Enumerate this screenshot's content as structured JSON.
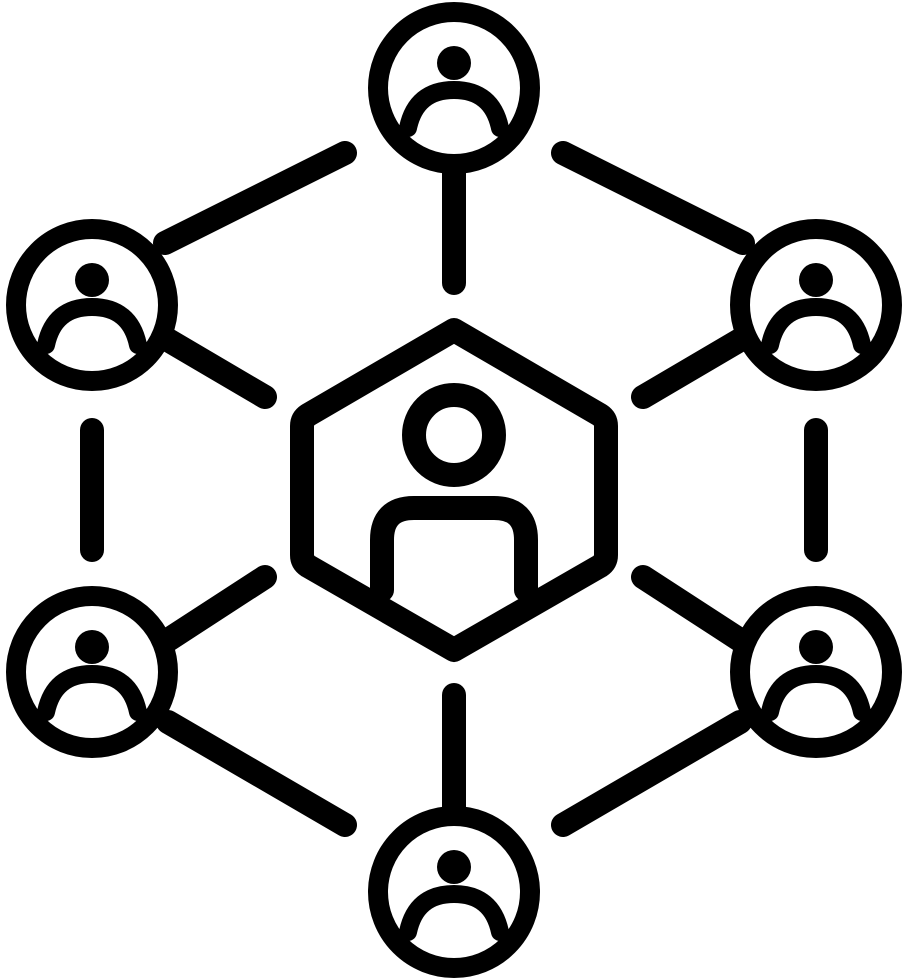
{
  "icon": {
    "name": "network-people-icon",
    "stroke_color": "#000000",
    "background_color": "#ffffff",
    "center_node": "person-hexagon",
    "outer_nodes": [
      {
        "name": "top-user-node"
      },
      {
        "name": "top-right-user-node"
      },
      {
        "name": "bottom-right-user-node"
      },
      {
        "name": "bottom-user-node"
      },
      {
        "name": "bottom-left-user-node"
      },
      {
        "name": "top-left-user-node"
      }
    ]
  }
}
